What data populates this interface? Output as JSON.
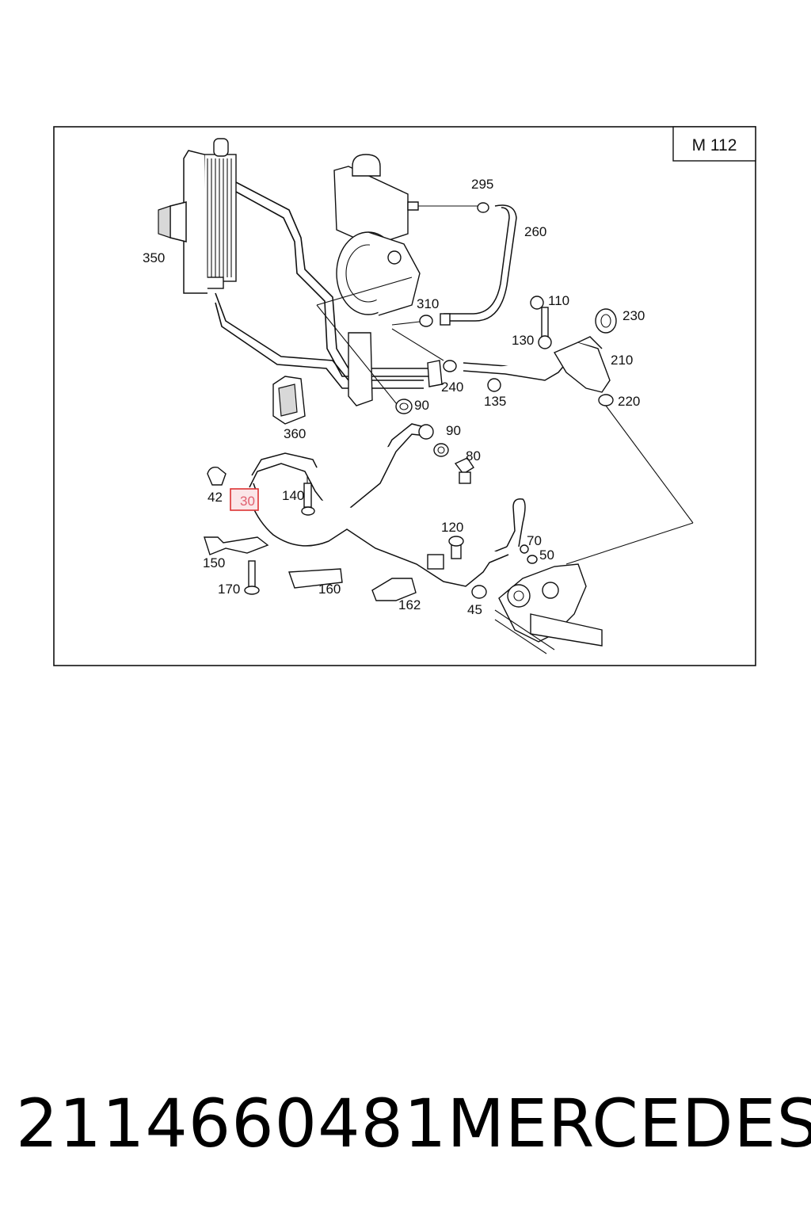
{
  "diagram": {
    "engine_badge": "M 112",
    "highlight_color": "#e06070",
    "labels": {
      "p295": "295",
      "p260": "260",
      "p350": "350",
      "p310": "310",
      "p110": "110",
      "p230": "230",
      "p130": "130",
      "p210": "210",
      "p240": "240",
      "p135": "135",
      "p90a": "90",
      "p220": "220",
      "p360": "360",
      "p90b": "90",
      "p80": "80",
      "p42": "42",
      "p30": "30",
      "p140": "140",
      "p120": "120",
      "p70": "70",
      "p50": "50",
      "p150": "150",
      "p170": "170",
      "p160": "160",
      "p162": "162",
      "p45": "45"
    }
  },
  "footer": {
    "part_number": "2114660481",
    "brand": "MERCEDES"
  }
}
